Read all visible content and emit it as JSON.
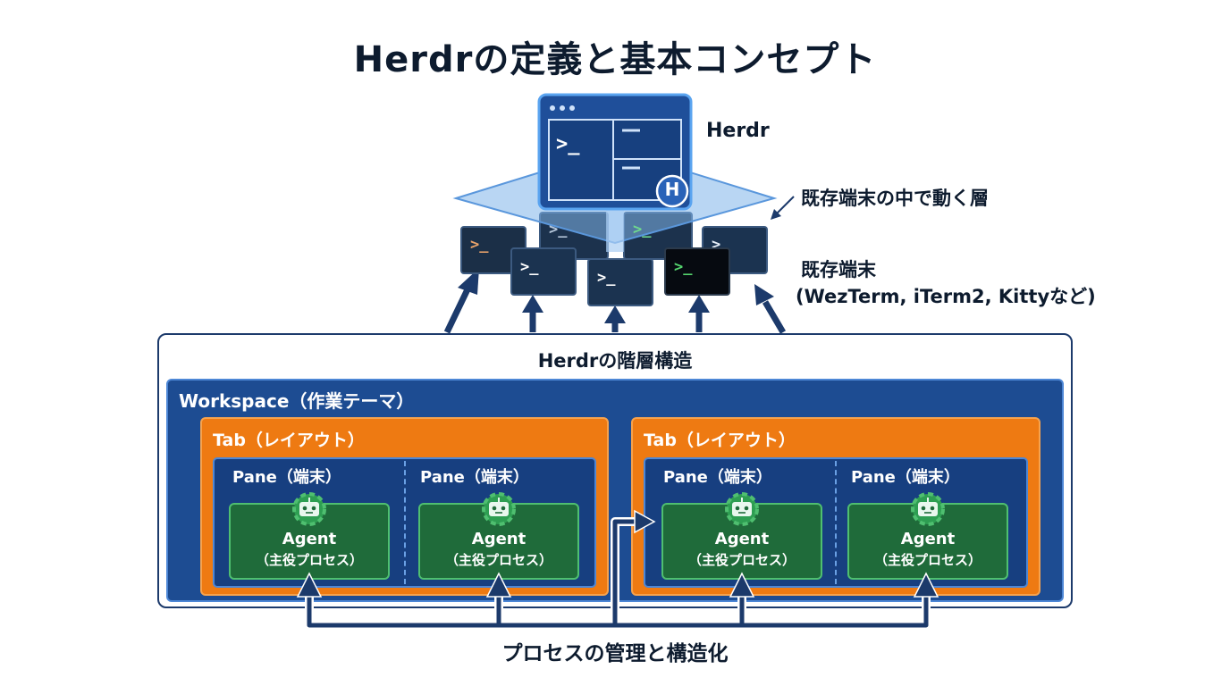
{
  "title": "Herdrの定義と基本コンセプト",
  "herdr": {
    "name": "Herdr",
    "logo_letter": "H",
    "prompt": ">_",
    "layer_note": "既存端末の中で動く層"
  },
  "terminals": {
    "label_line1": "既存端末",
    "label_line2": "(WezTerm, iTerm2, Kittyなど)",
    "prompt": ">_"
  },
  "hierarchy": {
    "title": "Herdrの階層構造",
    "workspace_label": "Workspace（作業テーマ）",
    "tabs": [
      {
        "label": "Tab（レイアウト）",
        "panes": [
          {
            "label": "Pane（端末）",
            "agent_title": "Agent",
            "agent_sub": "（主役プロセス）"
          },
          {
            "label": "Pane（端末）",
            "agent_title": "Agent",
            "agent_sub": "（主役プロセス）"
          }
        ]
      },
      {
        "label": "Tab（レイアウト）",
        "panes": [
          {
            "label": "Pane（端末）",
            "agent_title": "Agent",
            "agent_sub": "（主役プロセス）"
          },
          {
            "label": "Pane（端末）",
            "agent_title": "Agent",
            "agent_sub": "（主役プロセス）"
          }
        ]
      }
    ]
  },
  "bottom_label": "プロセスの管理と構造化",
  "colors": {
    "navy": "#1c3a6b",
    "workspace": "#1d4c92",
    "tab": "#ee7a12",
    "agent": "#1f6b3a",
    "herdr_window": "#1f4f9a"
  }
}
